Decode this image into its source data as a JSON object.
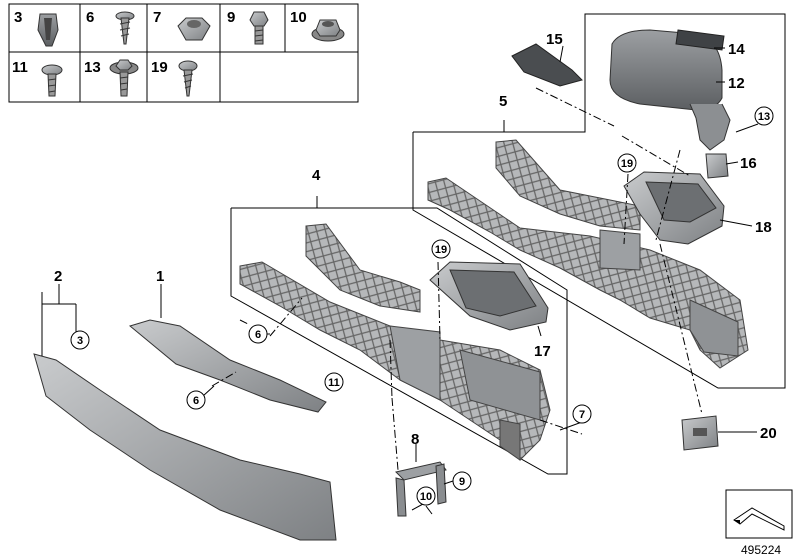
{
  "fastener_table": {
    "row1": [
      "3",
      "6",
      "7",
      "9",
      "10"
    ],
    "row2": [
      "11",
      "13",
      "19"
    ]
  },
  "callouts": {
    "c1": "1",
    "c2": "2",
    "c3": "3",
    "c4": "4",
    "c5": "5",
    "c6a": "6",
    "c6b": "6",
    "c7": "7",
    "c8": "8",
    "c9": "9",
    "c10": "10",
    "c11": "11",
    "c12": "12",
    "c13": "13",
    "c14": "14",
    "c15": "15",
    "c16": "16",
    "c17": "17",
    "c18": "18",
    "c19a": "19",
    "c19b": "19",
    "c20": "20"
  },
  "reference_number": "495224",
  "colors": {
    "part_fill": "#a7a9ab",
    "part_dark": "#6f7174",
    "line": "#000000"
  }
}
